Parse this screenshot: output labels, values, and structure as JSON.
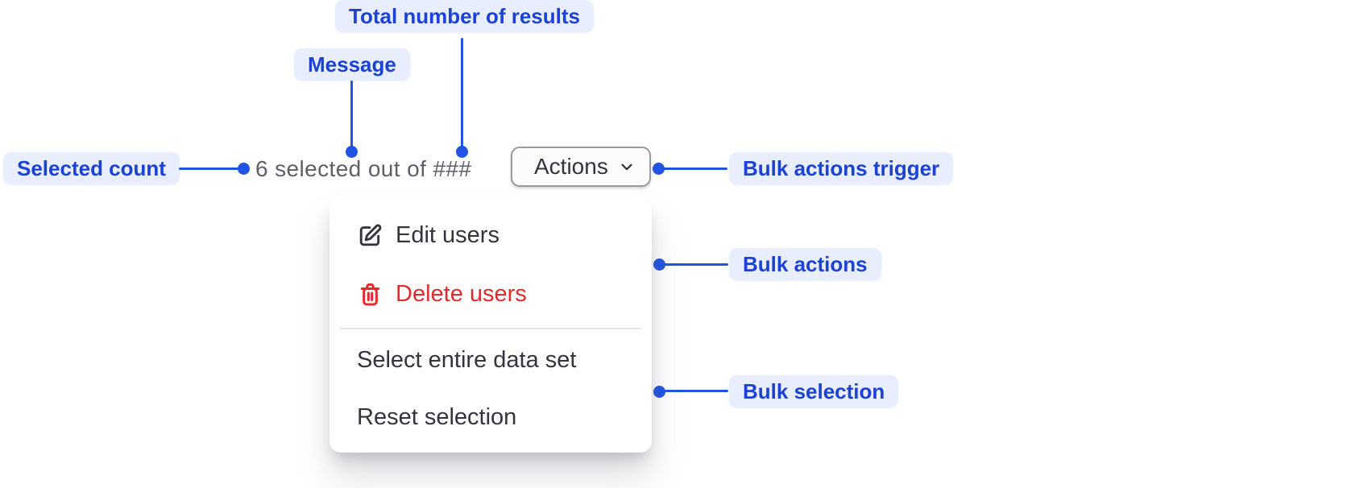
{
  "colors": {
    "accent": "#2154E4",
    "label-bg": "#E8EEFD",
    "label-text": "#1B42D4",
    "muted-text": "#5E5F68",
    "menu-text": "#33343D",
    "danger": "#E12B2E",
    "divider": "#E4E5E9",
    "button-border": "#999BA4"
  },
  "annotations": {
    "total_results": "Total number of results",
    "message": "Message",
    "selected_count": "Selected count",
    "bulk_actions_trigger": "Bulk actions trigger",
    "bulk_actions": "Bulk actions",
    "bulk_selection": "Bulk selection"
  },
  "component": {
    "message_text": "6 selected out of ###",
    "actions_button_label": "Actions",
    "menu_items": {
      "edit": "Edit users",
      "delete": "Delete users",
      "select_all": "Select entire data set",
      "reset": "Reset selection"
    }
  },
  "icons": {
    "trigger": "chevron-down-icon",
    "edit": "edit-pencil-square-icon",
    "delete": "trash-icon"
  }
}
